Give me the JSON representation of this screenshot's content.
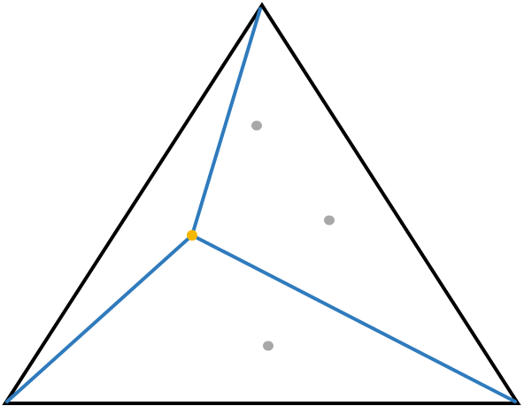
{
  "colors": {
    "background": "#ffffff",
    "triangle_stroke": "#000000",
    "segment_stroke": "#2f7bbd",
    "interior_point": "#f5b800",
    "centroid_dot": "#a8a8a8"
  },
  "diagram": {
    "shape": "triangle",
    "has_interior_point": true,
    "segments_from_interior_point_to_vertices": 3,
    "gray_dots": 3
  }
}
